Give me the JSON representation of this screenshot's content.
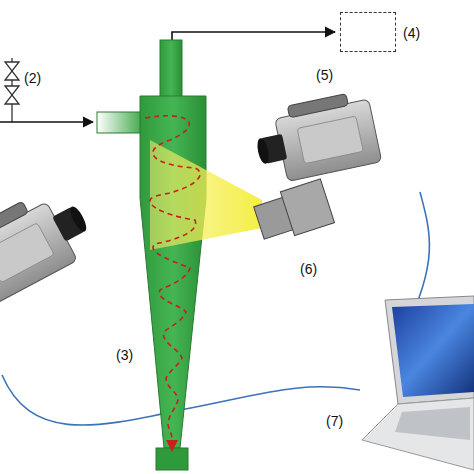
{
  "diagram": {
    "nodes": [
      {
        "text": [
          "(4)"
        ]
      }
    ],
    "labels": [
      "(2)",
      "(3)",
      "(5)",
      "(6)",
      "(7)"
    ]
  }
}
